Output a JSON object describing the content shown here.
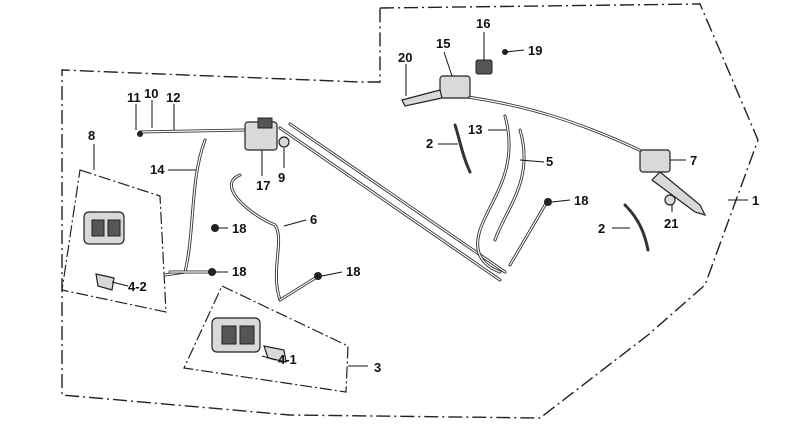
{
  "diagram": {
    "callouts": [
      {
        "id": "c1",
        "text": "1"
      },
      {
        "id": "c2a",
        "text": "2"
      },
      {
        "id": "c2b",
        "text": "2"
      },
      {
        "id": "c3",
        "text": "3"
      },
      {
        "id": "c41",
        "text": "4-1"
      },
      {
        "id": "c42",
        "text": "4-2"
      },
      {
        "id": "c5",
        "text": "5"
      },
      {
        "id": "c6",
        "text": "6"
      },
      {
        "id": "c7",
        "text": "7"
      },
      {
        "id": "c8",
        "text": "8"
      },
      {
        "id": "c9",
        "text": "9"
      },
      {
        "id": "c10",
        "text": "10"
      },
      {
        "id": "c11",
        "text": "11"
      },
      {
        "id": "c12",
        "text": "12"
      },
      {
        "id": "c13",
        "text": "13"
      },
      {
        "id": "c14",
        "text": "14"
      },
      {
        "id": "c15",
        "text": "15"
      },
      {
        "id": "c16",
        "text": "16"
      },
      {
        "id": "c17",
        "text": "17"
      },
      {
        "id": "c18a",
        "text": "18"
      },
      {
        "id": "c18b",
        "text": "18"
      },
      {
        "id": "c18c",
        "text": "18"
      },
      {
        "id": "c18d",
        "text": "18"
      },
      {
        "id": "c19",
        "text": "19"
      },
      {
        "id": "c20",
        "text": "20"
      },
      {
        "id": "c21",
        "text": "21"
      }
    ]
  }
}
